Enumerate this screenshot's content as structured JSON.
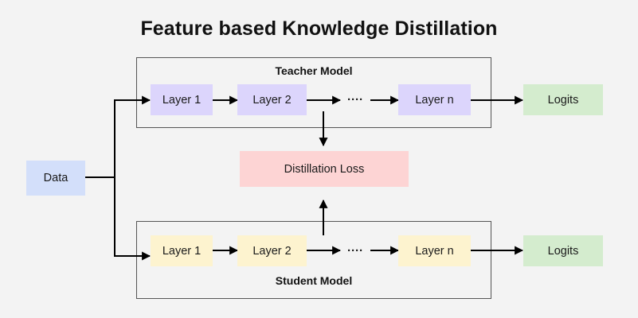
{
  "title": "Feature based Knowledge Distillation",
  "input": {
    "label": "Data"
  },
  "teacher": {
    "label": "Teacher Model",
    "layers": [
      "Layer 1",
      "Layer 2",
      "Layer n"
    ],
    "ellipsis": "····",
    "output": "Logits"
  },
  "student": {
    "label": "Student Model",
    "layers": [
      "Layer 1",
      "Layer 2",
      "Layer n"
    ],
    "ellipsis": "····",
    "output": "Logits"
  },
  "loss": {
    "label": "Distillation Loss"
  },
  "colors": {
    "teacher_layer": "#dcd5fc",
    "student_layer": "#fdf3cf",
    "logits": "#d4ecce",
    "data": "#d3dffa",
    "loss": "#fdd4d4",
    "background": "#f3f3f3"
  }
}
